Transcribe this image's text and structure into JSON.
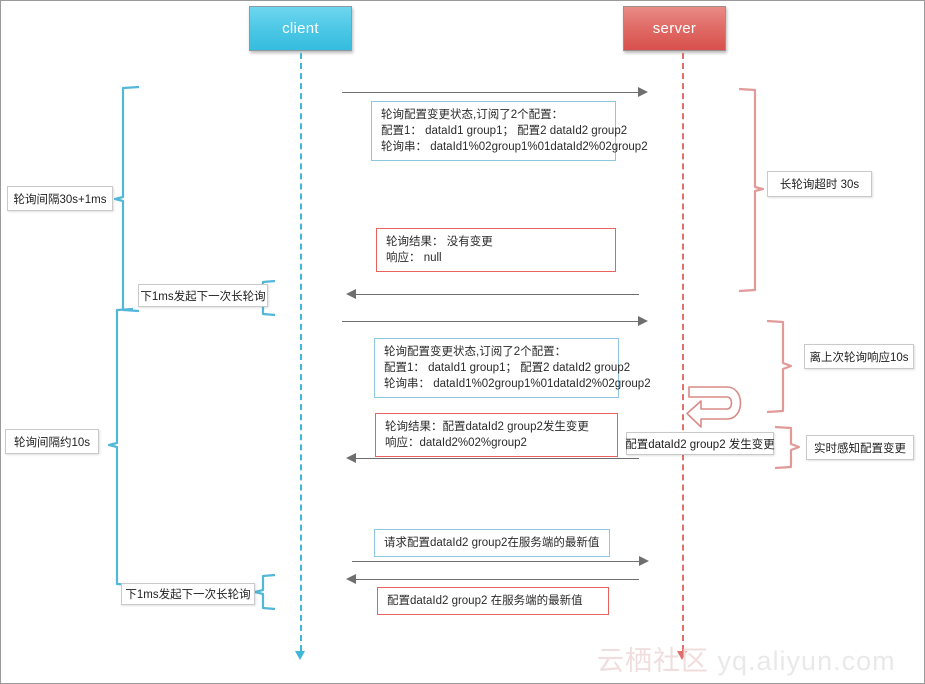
{
  "diagram": {
    "title": "Nacos long-polling configuration push sequence diagram",
    "actors": {
      "client": {
        "label": "client",
        "color": "#4ec8e6"
      },
      "server": {
        "label": "server",
        "color": "#d8504c"
      }
    },
    "left_labels": [
      {
        "id": "poll-interval-30s",
        "text": "轮询间隔30s+1ms"
      },
      {
        "id": "next-poll-1ms-top",
        "text": "下1ms发起下一次长轮询"
      },
      {
        "id": "poll-interval-10s",
        "text": "轮询间隔约10s"
      },
      {
        "id": "next-poll-1ms-bottom",
        "text": "下1ms发起下一次长轮询"
      }
    ],
    "right_labels": [
      {
        "id": "long-poll-timeout",
        "text": "长轮询超时  30s"
      },
      {
        "id": "since-last-response",
        "text": "离上次轮询响应10s"
      },
      {
        "id": "realtime-aware",
        "text": "实时感知配置变更"
      },
      {
        "id": "config-changed",
        "text": "配置dataId2 group2 发生变更"
      }
    ],
    "messages": [
      {
        "id": "poll-request-1",
        "direction": "client-to-server",
        "border": "blue",
        "lines": [
          "轮询配置变更状态,订阅了2个配置：",
          "配置1： dataId1 group1； 配置2 dataId2 group2",
          "轮询串： dataId1%02group1%01dataId2%02group2"
        ]
      },
      {
        "id": "poll-response-1",
        "direction": "server-to-client",
        "border": "red",
        "lines": [
          "轮询结果： 没有变更",
          "响应： null"
        ]
      },
      {
        "id": "poll-request-2",
        "direction": "client-to-server",
        "border": "blue",
        "lines": [
          "轮询配置变更状态,订阅了2个配置：",
          "配置1： dataId1 group1； 配置2 dataId2 group2",
          "轮询串： dataId1%02group1%01dataId2%02group2"
        ]
      },
      {
        "id": "poll-response-2",
        "direction": "server-to-client",
        "border": "red",
        "lines": [
          "轮询结果：配置dataId2 group2发生变更",
          "响应：dataId2%02%group2"
        ]
      },
      {
        "id": "fetch-request",
        "direction": "client-to-server",
        "border": "blue",
        "lines": [
          "请求配置dataId2 group2在服务端的最新值"
        ]
      },
      {
        "id": "fetch-response",
        "direction": "server-to-client",
        "border": "red",
        "lines": [
          "配置dataId2 group2  在服务端的最新值"
        ]
      }
    ],
    "watermark": {
      "cn": "云栖社区",
      "url": "yq.aliyun.com"
    }
  }
}
